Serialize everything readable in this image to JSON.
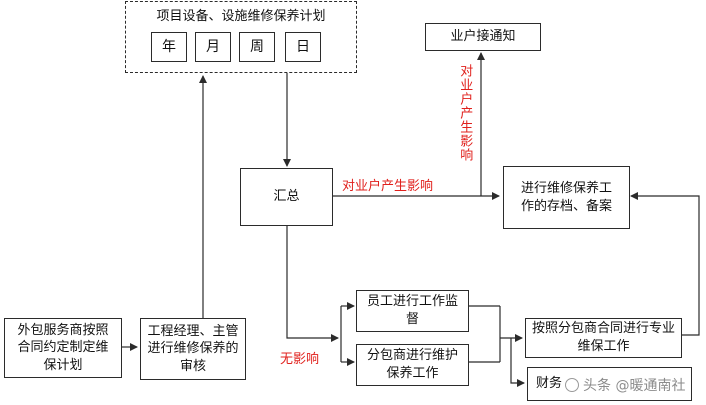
{
  "plan": {
    "title": "项目设备、设施维修保养计划",
    "periods": [
      "年",
      "月",
      "周",
      "日"
    ]
  },
  "nodes": {
    "tenant_notice": "业户接通知",
    "summary": "汇总",
    "archive": "进行维修保养工作的存档、备案",
    "outsource_plan": "外包服务商按照合同约定制定维保计划",
    "manager_review": "工程经理、主管进行维修保养的审核",
    "staff_supervise": "员工进行工作监督",
    "sub_maintain": "分包商进行维护保养工作",
    "contract_maintain": "按照分包商合同进行专业维保工作",
    "finance": "财务"
  },
  "edge_labels": {
    "affects_vertical": "对业户产生影响",
    "affects_horizontal": "对业户产生影响",
    "no_effect": "无影响"
  },
  "watermark": {
    "text": "头条 @暖通南社",
    "icon": "camera-icon"
  }
}
